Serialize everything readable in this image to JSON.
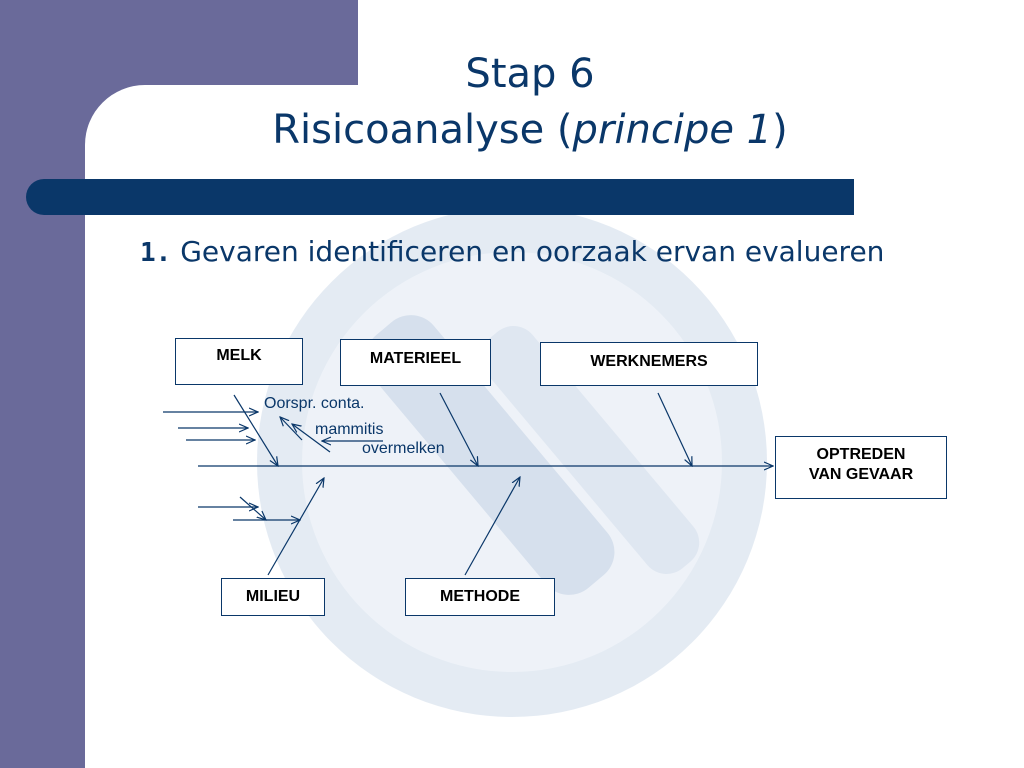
{
  "title": {
    "line1": "Stap 6",
    "line2_normal": "Risicoanalyse (",
    "line2_italic": "principe 1",
    "line2_close": ")"
  },
  "subtitle": {
    "number": "1.",
    "text": "Gevaren identificeren en oorzaak ervan evalueren"
  },
  "diagram": {
    "categories": {
      "melk": "MELK",
      "materieel": "MATERIEEL",
      "werknemers": "WERKNEMERS",
      "milieu": "MILIEU",
      "methode": "METHODE"
    },
    "effect": {
      "line1": "OPTREDEN",
      "line2": "VAN GEVAAR"
    },
    "causes": {
      "oorspr": "Oorspr. conta.",
      "mammitis": "mammitis",
      "overmelken": "overmelken"
    }
  },
  "colors": {
    "sidebar": "#6a6a9a",
    "title_bar": "#0a3769",
    "text": "#0a3769",
    "watermark": "#c9d6e6"
  }
}
